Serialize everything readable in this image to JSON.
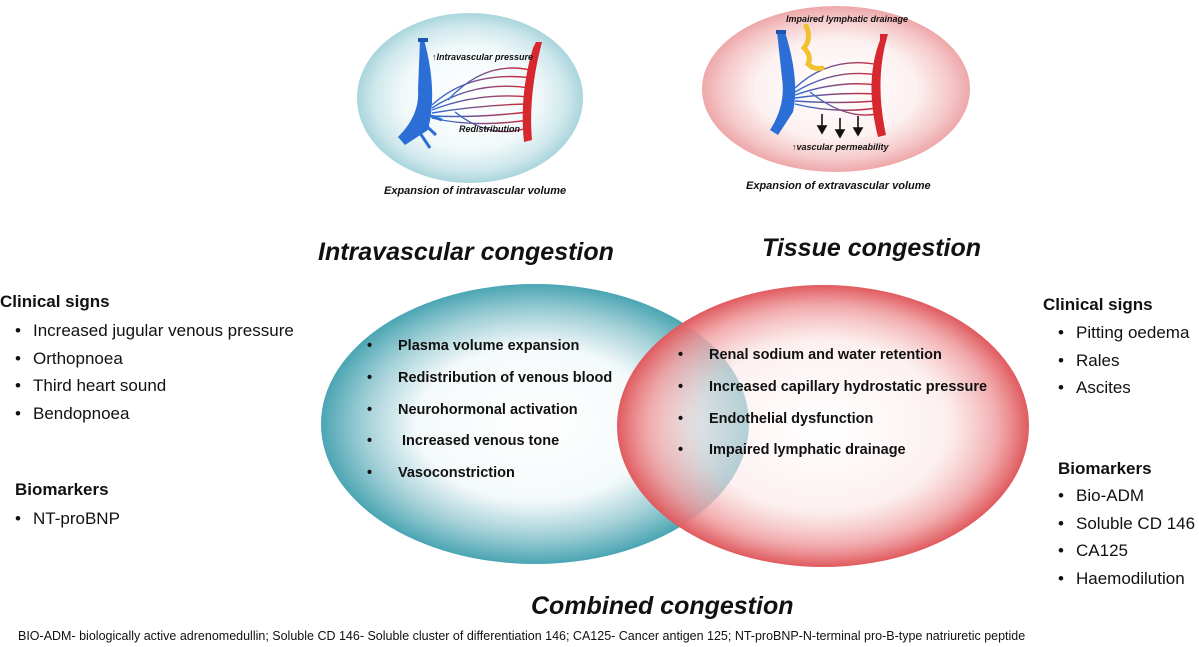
{
  "left_illustration": {
    "pressure_label": "↑Intravascular pressure",
    "redistribution_label": "Redistribution",
    "caption": "Expansion of intravascular volume"
  },
  "right_illustration": {
    "lymphatic_label": "Impaired lymphatic drainage",
    "permeability_label": "↑vascular permeability",
    "caption": "Expansion of extravascular volume"
  },
  "titles": {
    "intravascular": "Intravascular congestion",
    "tissue": "Tissue congestion",
    "combined": "Combined congestion"
  },
  "intravascular_mechanisms": [
    "Plasma volume expansion",
    "Redistribution of venous blood",
    "Neurohormonal activation",
    " Increased venous tone",
    "Vasoconstriction"
  ],
  "tissue_mechanisms": [
    "Renal sodium and water retention",
    "Increased capillary hydrostatic pressure",
    "Endothelial dysfunction",
    "Impaired lymphatic drainage"
  ],
  "left_panel": {
    "clinical_heading": "Clinical signs",
    "clinical_signs": [
      "Increased jugular venous pressure",
      "Orthopnoea",
      "Third heart sound",
      "Bendopnoea"
    ],
    "biomarkers_heading": "Biomarkers",
    "biomarkers": [
      "NT-proBNP"
    ]
  },
  "right_panel": {
    "clinical_heading": "Clinical signs",
    "clinical_signs": [
      "Pitting oedema",
      "Rales",
      "Ascites"
    ],
    "biomarkers_heading": "Biomarkers",
    "biomarkers": [
      "Bio-ADM",
      "Soluble CD 146",
      "CA125",
      "Haemodilution"
    ]
  },
  "footer": "BIO-ADM- biologically active adrenomedullin; Soluble CD 146- Soluble cluster of differentiation 146; CA125- Cancer antigen 125; NT-proBNP-N-terminal pro-B-type natriuretic peptide",
  "colors": {
    "teal": "#4aa5b2",
    "red_rim": "#e05a5e",
    "vein_blue": "#2b6fd6",
    "artery_red": "#d6282e",
    "lymph_yellow": "#f2c12e"
  }
}
